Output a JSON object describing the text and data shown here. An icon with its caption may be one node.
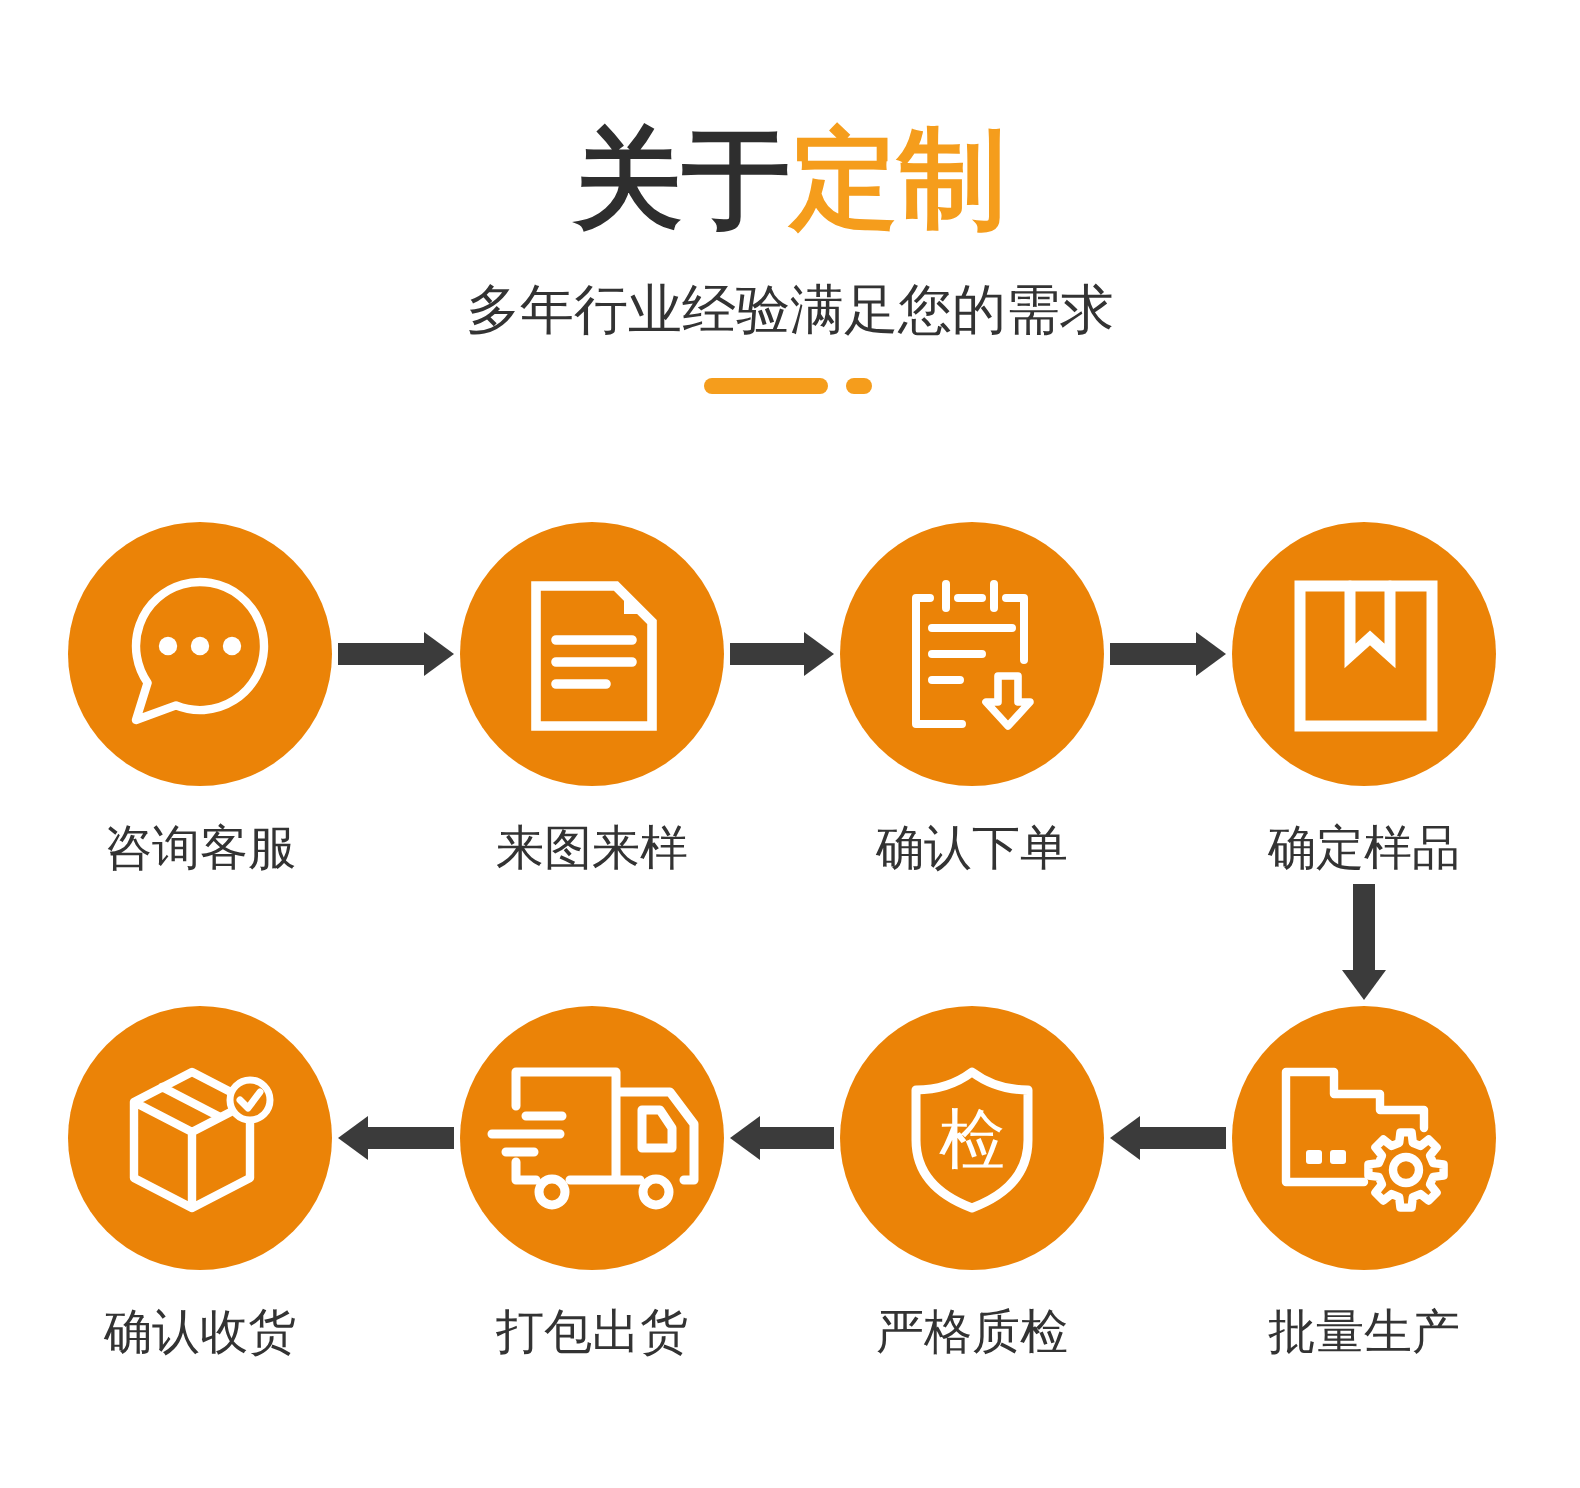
{
  "diagram": {
    "title": "关于**定制**",
    "nodes": [
      {
        "text": [
          "咨询客服"
        ]
      },
      {
        "text": [
          "来图来样"
        ]
      },
      {
        "text": [
          "确认下单"
        ]
      },
      {
        "text": [
          "确定样品"
        ]
      },
      {
        "text": [
          "确认收货"
        ]
      },
      {
        "text": [
          "打包出货"
        ]
      },
      {
        "text": [
          "检",
          "严格质检"
        ]
      },
      {
        "text": [
          "批量生产"
        ]
      }
    ],
    "edges": [
      {
        "from": 0,
        "to": 1,
        "arrow": "to"
      },
      {
        "from": 1,
        "to": 2,
        "arrow": "to"
      },
      {
        "from": 2,
        "to": 3,
        "arrow": "to"
      },
      {
        "from": 3,
        "to": 7,
        "arrow": "to"
      },
      {
        "from": 7,
        "to": 6,
        "arrow": "to"
      },
      {
        "from": 6,
        "to": 5,
        "arrow": "to"
      },
      {
        "from": 5,
        "to": 4,
        "arrow": "to"
      }
    ],
    "labels": [
      "多年行业经验满足您的需求"
    ]
  }
}
